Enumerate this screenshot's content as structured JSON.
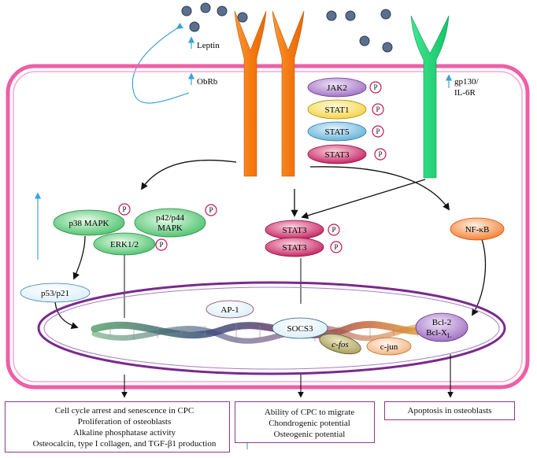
{
  "labels": {
    "leptin": "Leptin",
    "obrb": "ObRb",
    "gp130": "gp130/",
    "il6r": "IL-6R"
  },
  "phospho_label": "P",
  "jak_stat_stack": [
    "JAK2",
    "STAT1",
    "STAT5",
    "STAT3"
  ],
  "kinases": {
    "p38": "p38 MAPK",
    "p42_line1": "p42/p44",
    "p42_line2": "MAPK",
    "erk": "ERK1/2",
    "p53": "p53/p21",
    "nfkb": "NF-κB"
  },
  "stat3_dimer": [
    "STAT3",
    "STAT3"
  ],
  "genes": {
    "ap1": "AP-1",
    "socs3": "SOCS3",
    "cfos": "c-fos",
    "cjun": "c-jun",
    "bcl2": "Bcl-2",
    "bclx": "Bcl-X",
    "bclx_sub": "L"
  },
  "outcomes": {
    "left": [
      "Cell cycle arrest and senescence in CPC",
      "Proliferation of osteoblasts",
      "Alkaline phosphatase activity",
      "Osteocalcin, type I collagen, and TGF-β1 production"
    ],
    "middle": [
      "Ability of CPC to migrate",
      "Chondrogenic potential",
      "Osteogenic potential"
    ],
    "right": [
      "Apoptosis in osteoblasts"
    ]
  },
  "colors": {
    "membrane": "#ee5fa7",
    "nucleus": "#7a2a8c",
    "obrb_receptor": "#f5821f",
    "gp130_receptor": "#1fd67a",
    "mapk_green": "#4cc46a",
    "stat3_red": "#c2185b",
    "phospho_ring": "#c2185b",
    "arrow_blue": "#3ea2d8"
  }
}
